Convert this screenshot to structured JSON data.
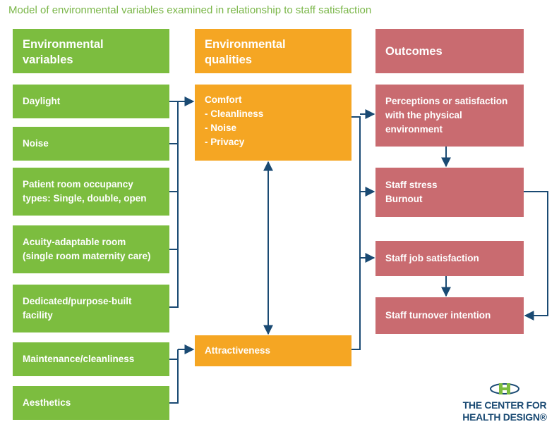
{
  "title": "Model of environmental variables examined in relationship to staff satisfaction",
  "columns": {
    "variables": "Environmental\nvariables",
    "qualities": "Environmental\nqualities",
    "outcomes": "Outcomes"
  },
  "variables": [
    "Daylight",
    "Noise",
    "Patient room occupancy\ntypes: Single, double, open",
    "Acuity-adaptable room\n(single room maternity care)",
    "Dedicated/purpose-built\nfacility",
    "Maintenance/cleanliness",
    "Aesthetics"
  ],
  "qualities": {
    "comfort": "Comfort\n- Cleanliness\n- Noise\n- Privacy",
    "attractiveness": "Attractiveness"
  },
  "outcomes": [
    "Perceptions or satisfaction\nwith the physical\nenvironment",
    "Staff stress\nBurnout",
    "Staff job satisfaction",
    "Staff turnover intention"
  ],
  "logo": {
    "icon": "center-for-health-design-logo-icon",
    "text": "THE CENTER FOR\nHEALTH DESIGN®"
  },
  "colors": {
    "green": "#7cbd3f",
    "orange": "#f5a623",
    "rose": "#c96b70",
    "connector": "#1a4a73",
    "title": "#7ab648"
  }
}
